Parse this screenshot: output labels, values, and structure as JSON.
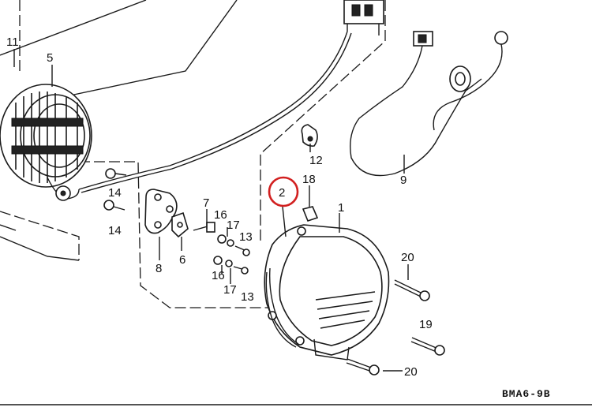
{
  "figure_code": "BMA6-9B",
  "highlight_color": "#d22020",
  "callouts": [
    {
      "id": "c11",
      "text": "11"
    },
    {
      "id": "c5",
      "text": "5"
    },
    {
      "id": "c14a",
      "text": "14"
    },
    {
      "id": "c14b",
      "text": "14"
    },
    {
      "id": "c8",
      "text": "8"
    },
    {
      "id": "c7",
      "text": "7"
    },
    {
      "id": "c6",
      "text": "6"
    },
    {
      "id": "c16a",
      "text": "16"
    },
    {
      "id": "c17a",
      "text": "17"
    },
    {
      "id": "c13a",
      "text": "13"
    },
    {
      "id": "c16b",
      "text": "16"
    },
    {
      "id": "c17b",
      "text": "17"
    },
    {
      "id": "c13b",
      "text": "13"
    },
    {
      "id": "c2",
      "text": "2"
    },
    {
      "id": "c18",
      "text": "18"
    },
    {
      "id": "c1",
      "text": "1"
    },
    {
      "id": "c12",
      "text": "12"
    },
    {
      "id": "c9",
      "text": "9"
    },
    {
      "id": "c20a",
      "text": "20"
    },
    {
      "id": "c19",
      "text": "19"
    },
    {
      "id": "c20b",
      "text": "20"
    }
  ],
  "highlighted_callout": "2"
}
